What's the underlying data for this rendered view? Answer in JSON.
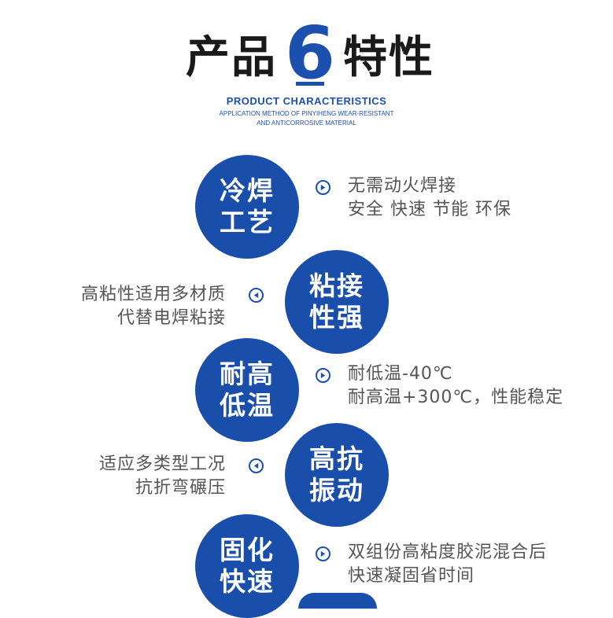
{
  "header": {
    "title_left": "产品",
    "title_number": "6",
    "title_right": "特性",
    "subtitle_en": "PRODUCT CHARACTERISTICS",
    "subtitle_line2": "APPLICATION METHOD OF PINYIHENG WEAR-RESISTANT",
    "subtitle_line3": "AND ANTICORROSIVE MATERIAL"
  },
  "features": [
    {
      "line1": "冷焊",
      "line2": "工艺",
      "desc1": "无需动火焊接",
      "desc2": "安全 快速 节能 环保",
      "side": "right"
    },
    {
      "line1": "粘接",
      "line2": "性强",
      "desc1": "高粘性适用多材质",
      "desc2": "代替电焊粘接",
      "side": "left"
    },
    {
      "line1": "耐高",
      "line2": "低温",
      "desc1": "耐低温-40℃",
      "desc2": "耐高温+300℃，性能稳定",
      "side": "right"
    },
    {
      "line1": "高抗",
      "line2": "振动",
      "desc1": "适应多类型工况",
      "desc2": "抗折弯碾压",
      "side": "left"
    },
    {
      "line1": "固化",
      "line2": "快速",
      "desc1": "双组份高粘度胶泥混合后",
      "desc2": "快速凝固省时间",
      "side": "right"
    }
  ],
  "colors": {
    "accent": "#1d4fae",
    "circle": "#1a4eab",
    "text": "#555555",
    "title": "#1a1a1a"
  },
  "icons": {
    "arrow_right": "chevron-right-circle-icon",
    "arrow_left": "chevron-left-circle-icon"
  }
}
